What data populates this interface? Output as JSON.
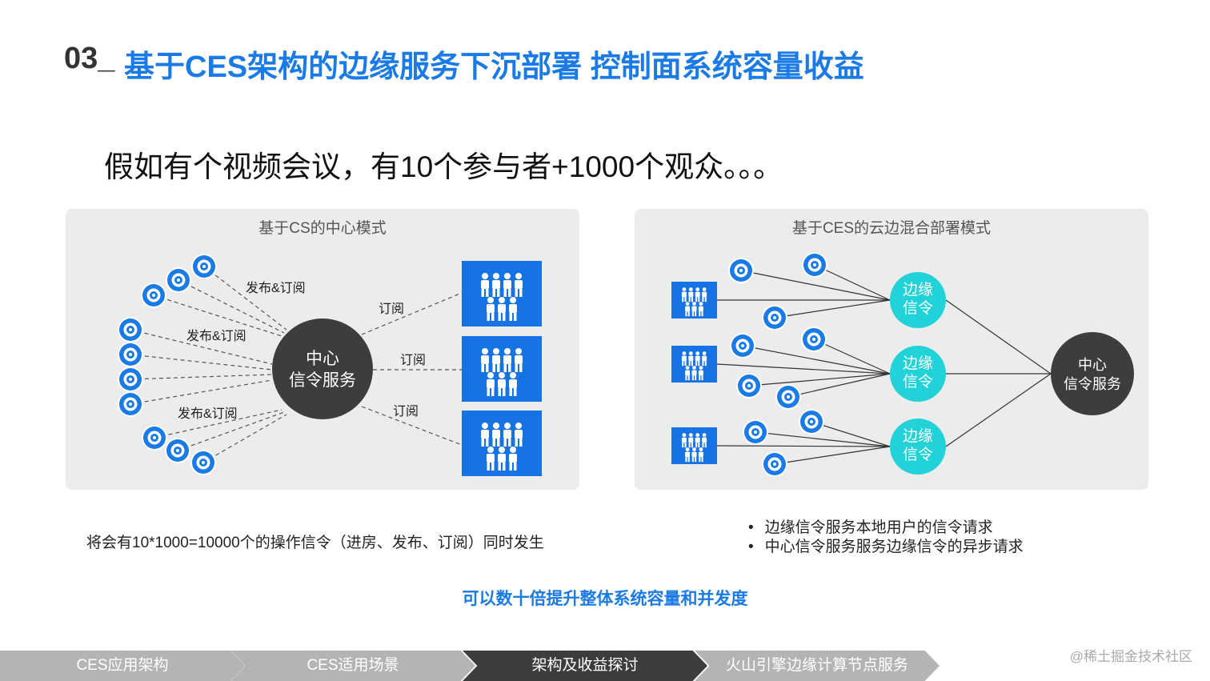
{
  "header": {
    "number": "03_",
    "title": "基于CES架构的边缘服务下沉部署 控制面系统容量收益"
  },
  "headline": "假如有个视频会议，有10个参与者+1000个观众。。。",
  "left_panel": {
    "title": "基于CS的中心模式",
    "center_label": [
      "中心",
      "信令服务"
    ],
    "pub_sub_label": "发布&订阅",
    "subscribe_label": "订阅",
    "note": "将会有10*1000=10000个的操作信令（进房、发布、订阅）同时发生"
  },
  "right_panel": {
    "title": "基于CES的云边混合部署模式",
    "edge_label": [
      "边缘",
      "信令"
    ],
    "center_label": [
      "中心",
      "信令服务"
    ],
    "bullets": [
      "边缘信令服务本地用户的信令请求",
      "中心信令服务服务边缘信令的异步请求"
    ]
  },
  "conclusion": "可以数十倍提升整体系统容量和并发度",
  "navigation": [
    {
      "label": "CES应用架构",
      "active": false
    },
    {
      "label": "CES适用场景",
      "active": false
    },
    {
      "label": "架构及收益探讨",
      "active": true
    },
    {
      "label": "火山引擎边缘计算节点服务",
      "active": false
    }
  ],
  "watermark": "@稀土掘金技术社区",
  "colors": {
    "accent": "#1a7ae6",
    "edge_node": "#21d3d8",
    "center_node": "#3d3d3d",
    "audience_box": "#1673e6",
    "nav_active": "#3d3d3d",
    "nav_inactive": "#b4b4b4"
  },
  "icons": {
    "participant": "webcam-icon",
    "audience": "people-group-icon"
  }
}
